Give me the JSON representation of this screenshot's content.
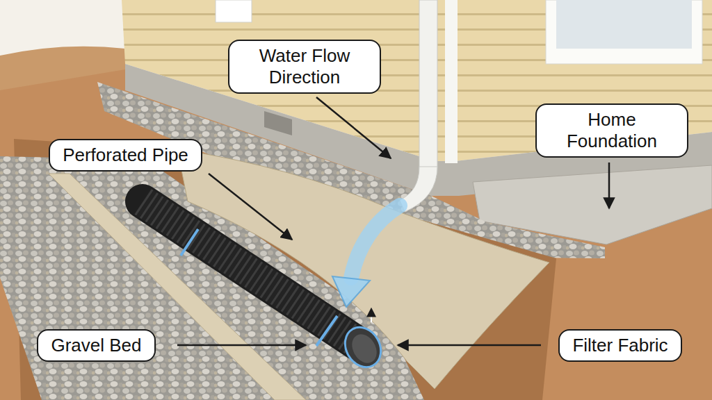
{
  "diagram": {
    "nodes": [
      {
        "text": [
          "Water Flow Direction"
        ]
      },
      {
        "text": [
          "Home Foundation"
        ]
      },
      {
        "text": [
          "Perforated Pipe"
        ]
      },
      {
        "text": [
          "Gravel Bed"
        ]
      },
      {
        "text": [
          "Filter Fabric"
        ]
      }
    ]
  }
}
